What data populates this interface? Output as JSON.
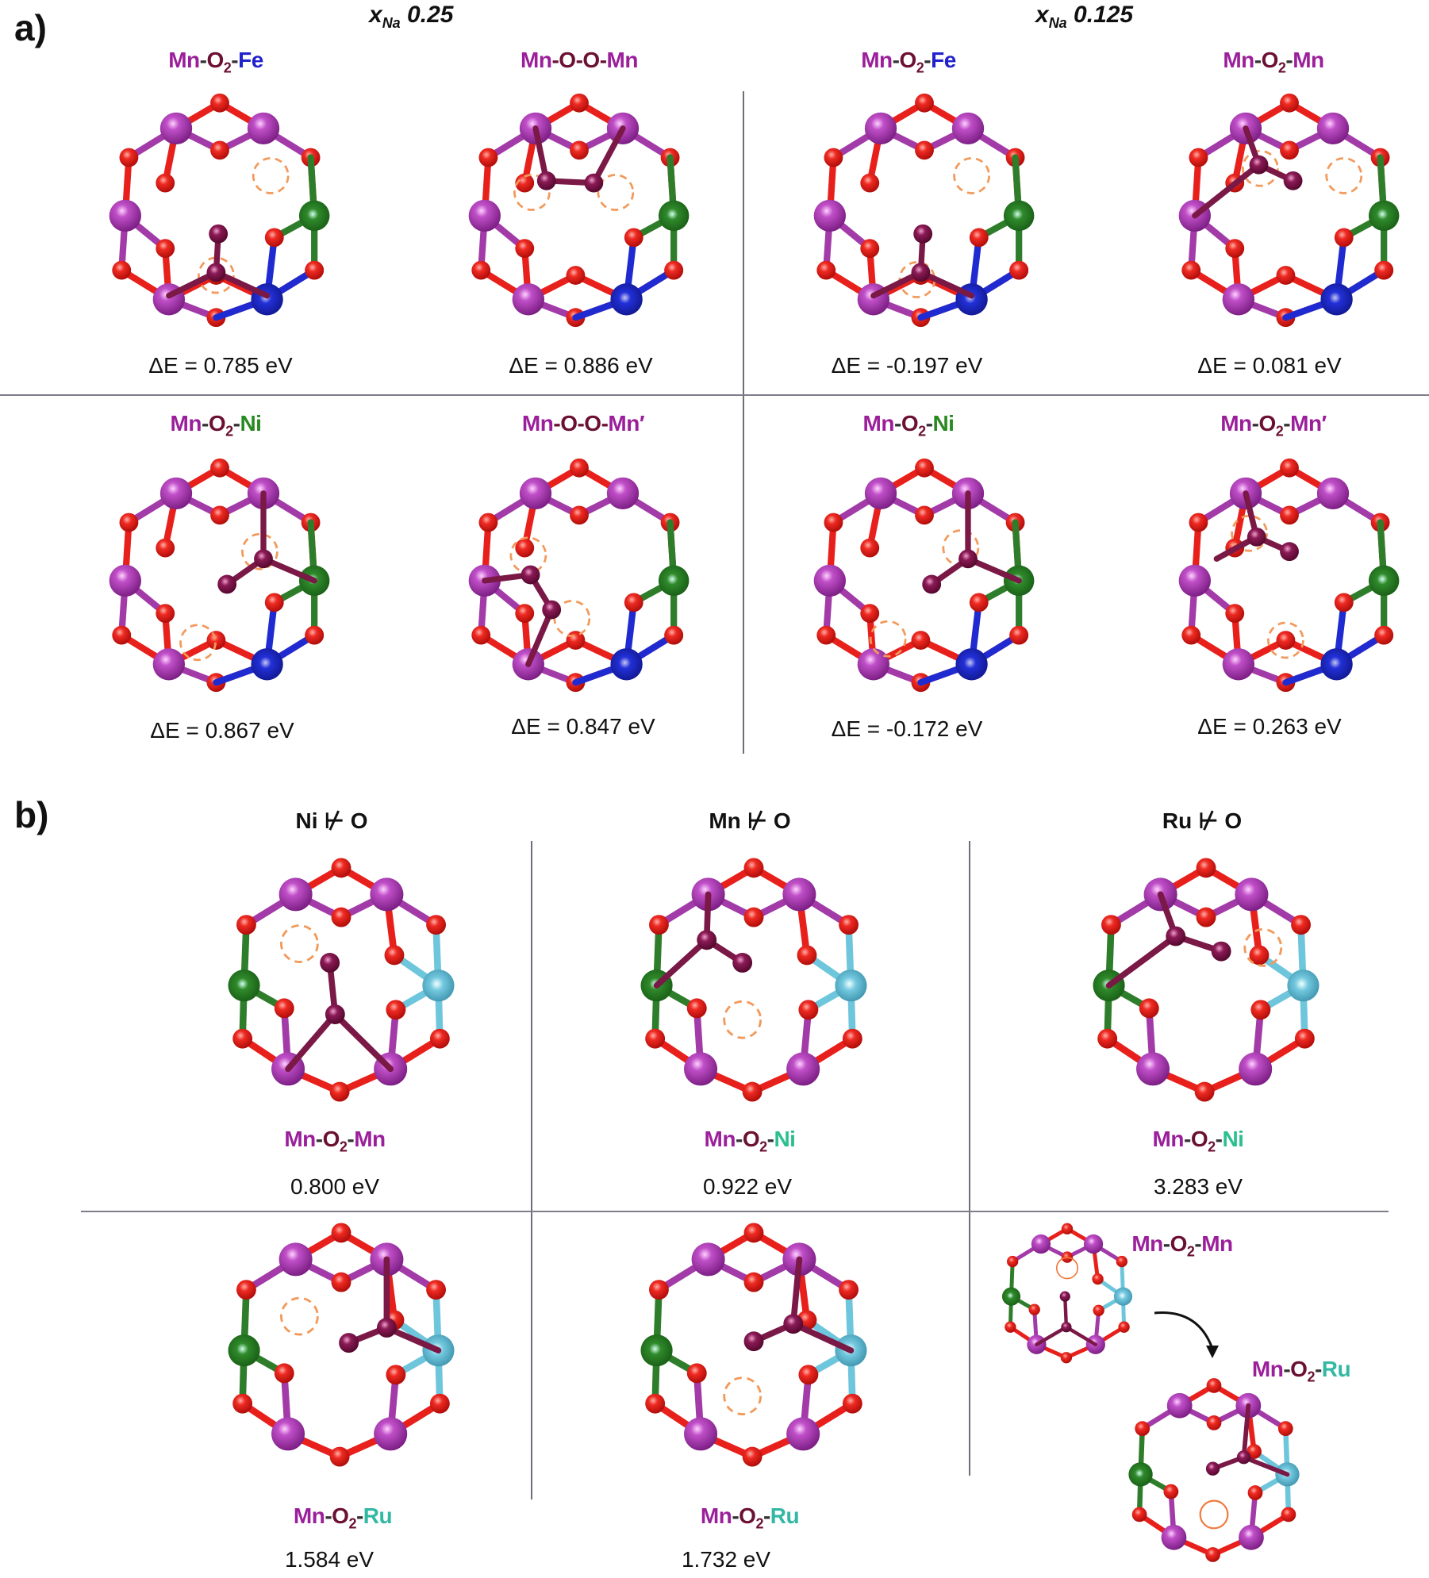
{
  "colors": {
    "mn": "#9b1f9b",
    "o2": "#6b1033",
    "fe": "#2222cc",
    "ni_panel_a": "#2a8a22",
    "ni_panel_b": "#2bbf8f",
    "ru": "#33b8a4",
    "oxygen_atom": "#e8201c",
    "mn_atom": "#a23aa8",
    "peroxo_atom": "#7a1846",
    "fe_atom": "#1f2bd0",
    "ni_atom": "#2e7d2a",
    "ru_atom": "#6ec6dc",
    "vacancy_circle": "#f29a5c",
    "divider": "#7d7d8c"
  },
  "panel_a": {
    "label": "a)",
    "concentrations": [
      {
        "x_label": "x",
        "sub": "Na",
        "value": "0.25"
      },
      {
        "x_label": "x",
        "sub": "Na",
        "value": "0.125"
      }
    ],
    "cells": [
      {
        "row": 1,
        "col": 1,
        "group": "0.25",
        "title": [
          [
            "Mn",
            "mn"
          ],
          [
            "-",
            ""
          ],
          [
            "O",
            "o2"
          ],
          [
            "2",
            "o2sub"
          ],
          [
            "-",
            ""
          ],
          [
            "Fe",
            "fe"
          ]
        ],
        "title_text": "Mn-O2-Fe",
        "energy": "ΔE = 0.785 eV"
      },
      {
        "row": 1,
        "col": 2,
        "group": "0.25",
        "title_text": "Mn-O-O-Mn",
        "energy": "ΔE = 0.886 eV"
      },
      {
        "row": 1,
        "col": 3,
        "group": "0.125",
        "title_text": "Mn-O2-Fe",
        "energy": "ΔE = -0.197 eV"
      },
      {
        "row": 1,
        "col": 4,
        "group": "0.125",
        "title_text": "Mn-O2-Mn",
        "energy": "ΔE = 0.081 eV"
      },
      {
        "row": 2,
        "col": 1,
        "group": "0.25",
        "title_text": "Mn-O2-Ni",
        "energy": "ΔE = 0.867 eV"
      },
      {
        "row": 2,
        "col": 2,
        "group": "0.25",
        "title_text": "Mn-O-O-Mn′",
        "energy": "ΔE = 0.847 eV"
      },
      {
        "row": 2,
        "col": 3,
        "group": "0.125",
        "title_text": "Mn-O2-Ni",
        "energy": "ΔE = -0.172 eV"
      },
      {
        "row": 2,
        "col": 4,
        "group": "0.125",
        "title_text": "Mn-O2-Mn′",
        "energy": "ΔE = 0.263 eV"
      }
    ]
  },
  "panel_b": {
    "label": "b)",
    "columns": [
      {
        "element": "Ni",
        "symbol": "⊬",
        "partner": "O",
        "text": "Ni ⊬ O"
      },
      {
        "element": "Mn",
        "symbol": "⊬",
        "partner": "O",
        "text": "Mn ⊬ O"
      },
      {
        "element": "Ru",
        "symbol": "⊬",
        "partner": "O",
        "text": "Ru ⊬ O"
      }
    ],
    "cells": [
      {
        "row": 1,
        "col": 1,
        "title_text": "Mn-O2-Mn",
        "energy": "0.800 eV"
      },
      {
        "row": 1,
        "col": 2,
        "title_text": "Mn-O2-Ni",
        "energy": "0.922 eV"
      },
      {
        "row": 1,
        "col": 3,
        "title_text": "Mn-O2-Ni",
        "energy": "3.283 eV"
      },
      {
        "row": 2,
        "col": 1,
        "title_text": "Mn-O2-Ru",
        "energy": "1.584 eV"
      },
      {
        "row": 2,
        "col": 2,
        "title_text": "Mn-O2-Ru",
        "energy": "1.732 eV"
      },
      {
        "row": 2,
        "col": 3,
        "transition": {
          "from": "Mn-O2-Mn",
          "to": "Mn-O2-Ru"
        }
      }
    ]
  },
  "text": {
    "a_label": "a)",
    "b_label": "b)",
    "x": "x",
    "na": "Na",
    "c1": "0.25",
    "c2": "0.125",
    "mn": "Mn",
    "o": "O",
    "two": "2",
    "fe": "Fe",
    "ni": "Ni",
    "ru": "Ru",
    "dash": "-",
    "prime": "′",
    "not_bond": "⊬",
    "e_a11": "ΔE = 0.785 eV",
    "e_a12": "ΔE = 0.886 eV",
    "e_a13": "ΔE = -0.197 eV",
    "e_a14": "ΔE = 0.081 eV",
    "e_a21": "ΔE = 0.867 eV",
    "e_a22": "ΔE = 0.847 eV",
    "e_a23": "ΔE = -0.172 eV",
    "e_a24": "ΔE = 0.263 eV",
    "e_b11": "0.800 eV",
    "e_b12": "0.922 eV",
    "e_b13": "3.283 eV",
    "e_b21": "1.584 eV",
    "e_b22": "1.732 eV"
  }
}
